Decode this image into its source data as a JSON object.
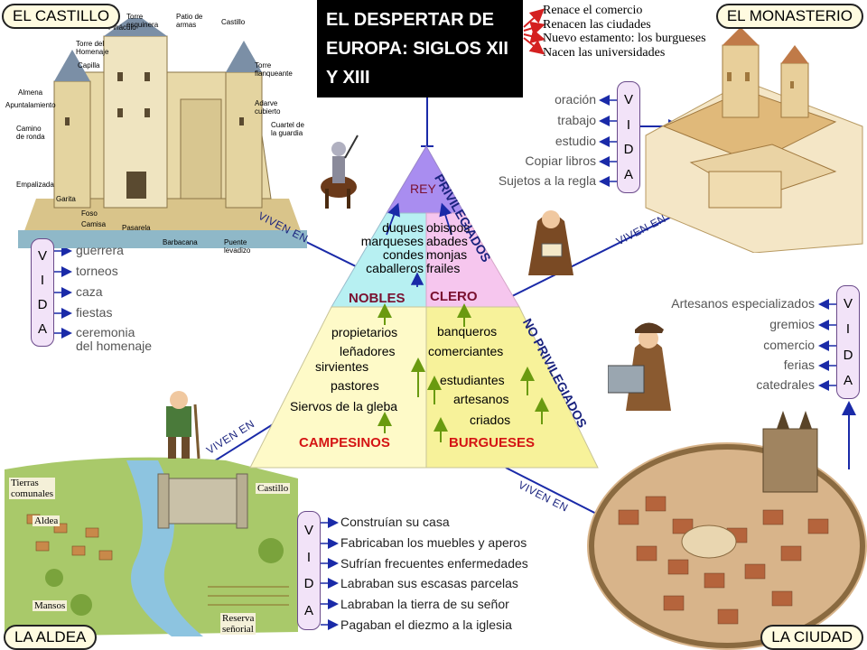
{
  "title": "EL DESPERTAR DE EUROPA: SIGLOS XII Y XIII",
  "corners": {
    "castillo": "EL CASTILLO",
    "monasterio": "EL MONASTERIO",
    "aldea": "LA  ALDEA",
    "ciudad": "LA CIUDAD"
  },
  "title_branches": [
    "Renace el comercio",
    "Renacen las ciudades",
    "Nuevo estamento: los burgueses",
    "Nacen las universidades"
  ],
  "castle_labels": [
    "Torre esquinera",
    "Pináculo",
    "Patio de armas",
    "Castillo",
    "Torre del Homenaje",
    "Capilla",
    "Torre flanqueante",
    "Almena",
    "Apuntalamiento",
    "Adarve cubierto",
    "Camino de ronda",
    "Cuartel de la guardia",
    "Empalizada",
    "Garita",
    "Foso",
    "Camisa",
    "Pasarela",
    "Barbacana",
    "Puente levadizo"
  ],
  "village_labels": [
    "Tierras comunales",
    "Castillo",
    "Aldea",
    "Mansos",
    "Reserva señorial"
  ],
  "vida_letters": [
    "V",
    "I",
    "D",
    "A"
  ],
  "castillo_vida": [
    "guerrera",
    "torneos",
    "caza",
    "fiestas",
    "ceremonia",
    "del homenaje"
  ],
  "monasterio_vida": [
    "oración",
    "trabajo",
    "estudio",
    "Copiar libros",
    "Sujetos a la regla"
  ],
  "ciudad_vida": [
    "Artesanos especializados",
    "gremios",
    "comercio",
    "ferias",
    "catedrales"
  ],
  "aldea_vida": [
    "Construían su casa",
    "Fabricaban los muebles y aperos",
    "Sufrían frecuentes enfermedades",
    "Labraban sus escasas parcelas",
    "Labraban la tierra de su señor",
    "Pagaban el diezmo a la iglesia"
  ],
  "viven_en": "VIVEN EN",
  "pyramid": {
    "rey": "REY",
    "nobles": [
      "duques",
      "marqueses",
      "condes",
      "caballeros"
    ],
    "clero": [
      "obispos",
      "abades",
      "monjas",
      "frailes"
    ],
    "nobles_label": "NOBLES",
    "clero_label": "CLERO",
    "campesinos": [
      "propietarios",
      "leñadores",
      "sirvientes",
      "pastores",
      "Siervos de la gleba"
    ],
    "burgueses": [
      "banqueros",
      "comerciantes",
      "estudiantes",
      "artesanos",
      "criados"
    ],
    "campesinos_label": "CAMPESINOS",
    "burgueses_label": "BURGUESES",
    "privilegiados": "PRIVILEGIADOS",
    "no_privilegiados": "NO  PRIVILEGIADOS"
  },
  "colors": {
    "rey": "#a98df0",
    "nobles_top": "#b7f0f2",
    "clero_top": "#f6c6ee",
    "campesinos_bg": "#fefac8",
    "burgueses_bg": "#f7f29a",
    "arrow_blue": "#1a2aa8",
    "arrow_red": "#d42020",
    "arrow_green": "#6a9a10"
  }
}
